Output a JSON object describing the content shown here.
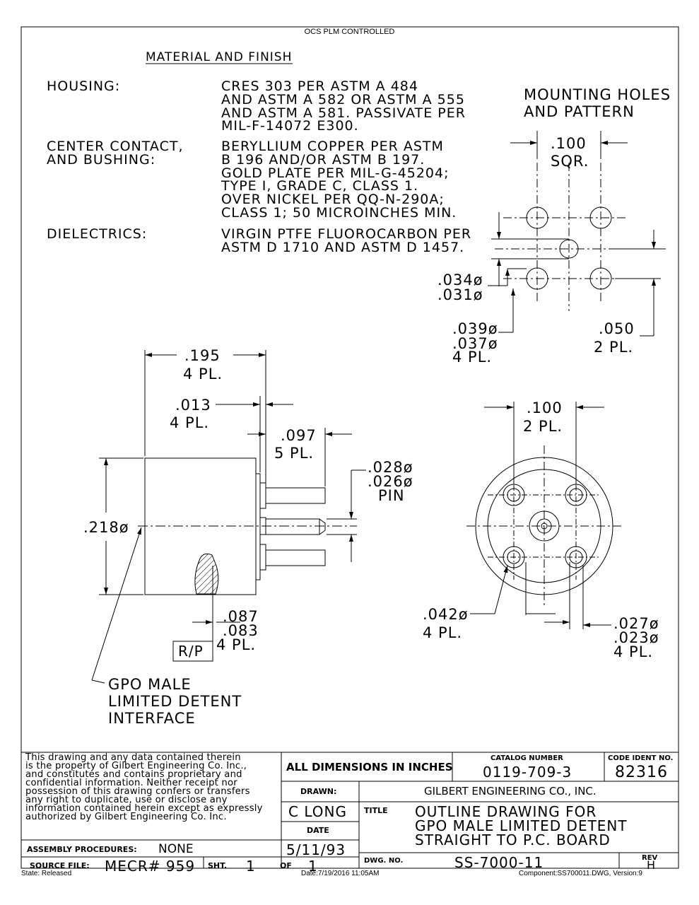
{
  "header": {
    "control_label": "OCS PLM CONTROLLED"
  },
  "notes": {
    "title": "MATERIAL AND FINISH",
    "housing_label": "HOUSING:",
    "housing_lines": [
      "CRES 303 PER ASTM A 484",
      "AND ASTM A 582 OR ASTM A 555",
      "AND ASTM A 581. PASSIVATE PER",
      "MIL-F-14072 E300."
    ],
    "contact_label_1": "CENTER CONTACT,",
    "contact_label_2": "AND BUSHING:",
    "contact_lines": [
      "BERYLLIUM COPPER PER ASTM",
      "B 196 AND/OR ASTM B 197.",
      "GOLD PLATE PER MIL-G-45204;",
      "TYPE I, GRADE C, CLASS 1.",
      "OVER NICKEL PER QQ-N-290A;",
      "CLASS 1; 50 MICROINCHES MIN."
    ],
    "dielectric_label": "DIELECTRICS:",
    "dielectric_lines": [
      "VIRGIN PTFE FLUOROCARBON PER",
      "ASTM D 1710 AND ASTM D 1457."
    ]
  },
  "mounting": {
    "title_1": "MOUNTING HOLES",
    "title_2": "AND PATTERN",
    "pitch_1": ".100",
    "pitch_2": "SQR.",
    "hole_a_1": ".034ø",
    "hole_a_2": ".031ø",
    "hole_b_1": ".039ø",
    "hole_b_2": ".037ø",
    "hole_b_3": "4 PL.",
    "offset_1": ".050",
    "offset_2": "2 PL."
  },
  "side_view": {
    "length_1": ".195",
    "length_2": "4 PL.",
    "flange_1": ".013",
    "flange_2": "4 PL.",
    "pin_len_1": ".097",
    "pin_len_2": "5 PL.",
    "pin_dia_1": ".028ø",
    "pin_dia_2": ".026ø",
    "pin_dia_3": "PIN",
    "body_dia": ".218ø",
    "standoff_1": ".087",
    "standoff_2": ".083",
    "standoff_3": "4 PL.",
    "rp_label": "R/P",
    "callout_1": "GPO MALE",
    "callout_2": "LIMITED DETENT",
    "callout_3": "INTERFACE"
  },
  "end_view": {
    "spacing_1": ".100",
    "spacing_2": "2 PL.",
    "hole_1": ".042ø",
    "hole_2": "4 PL.",
    "pin_1": ".027ø",
    "pin_2": ".023ø",
    "pin_3": "4 PL."
  },
  "title_block": {
    "notice": [
      "This drawing and any data contained therein",
      "is the property of Gilbert Engineering Co. Inc.,",
      "and constitutes and contains proprietary and",
      "confidential information. Neither receipt nor",
      "possession of this drawing confers or transfers",
      "any right to duplicate, use or disclose any",
      "information contained herein except as expressly",
      "authorized by Gilbert Engineering Co. Inc."
    ],
    "assembly_label": "ASSEMBLY PROCEDURES:",
    "assembly_value": "NONE",
    "source_label": "SOURCE FILE:",
    "source_value": "MECR# 959",
    "sheet_label": "SHT.",
    "sheet_value": "1",
    "of_label": "OF",
    "of_value": "1",
    "dimensions_note": "ALL DIMENSIONS IN INCHES",
    "catalog_label": "CATALOG NUMBER",
    "catalog_value": "0119-709-3",
    "code_label": "CODE IDENT NO.",
    "code_value": "82316",
    "drawn_label": "DRAWN:",
    "drawn_value": "C LONG",
    "company": "GILBERT ENGINEERING CO., INC.",
    "date_label": "DATE",
    "date_value": "5/11/93",
    "title_label": "TITLE",
    "title_lines": [
      "OUTLINE DRAWING FOR",
      "GPO MALE LIMITED DETENT",
      "STRAIGHT TO P.C. BOARD"
    ],
    "dwg_label": "DWG. NO.",
    "dwg_value": "SS-7000-11",
    "rev_label": "REV",
    "rev_value": "H"
  },
  "footer": {
    "state": "State: Released",
    "date": "Date:7/19/2016  11:05AM",
    "component": "Component:SS700011.DWG,  Version:9"
  }
}
